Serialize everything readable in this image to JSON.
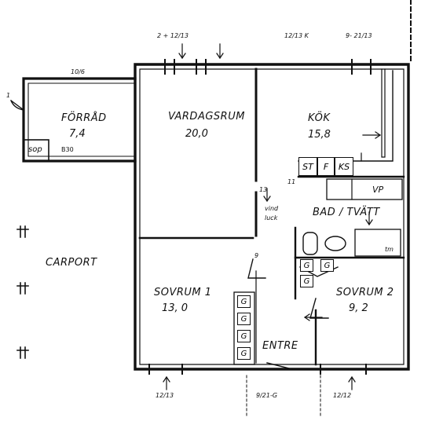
{
  "rooms": {
    "forrad": {
      "name": "FÖRRÅD",
      "area": "7,4"
    },
    "vardagsrum": {
      "name": "VARDAGSRUM",
      "area": "20,0"
    },
    "kok": {
      "name": "KÖK",
      "area": "15,8"
    },
    "sovrum1": {
      "name": "SOVRUM  1",
      "area": "13, 0"
    },
    "sovrum2": {
      "name": "SOVRUM  2",
      "area": "9, 2"
    },
    "bad": {
      "name": "BAD / TVÄTT"
    },
    "entre": {
      "name": "ENTRE"
    },
    "carport": {
      "name": "CARPORT"
    }
  },
  "fixtures": {
    "sop": "sop",
    "b30": "B30",
    "st": "ST",
    "f": "F",
    "ks": "KS",
    "vp": "VP",
    "tm": "tm",
    "vind_luck_1": "vind",
    "vind_luck_2": "luck",
    "wardrobe_g": "G"
  },
  "annotations": {
    "top_left": "2 + 12/13",
    "top_mid": "12/13 K",
    "top_right": "9- 21/13",
    "forrad_top": "10/6",
    "bottom_left": "12/13",
    "bottom_mid": "9/21-G",
    "bottom_right": "12/12",
    "door_13": "13",
    "door_11": "11",
    "door_9": "9",
    "door_1": "1"
  }
}
